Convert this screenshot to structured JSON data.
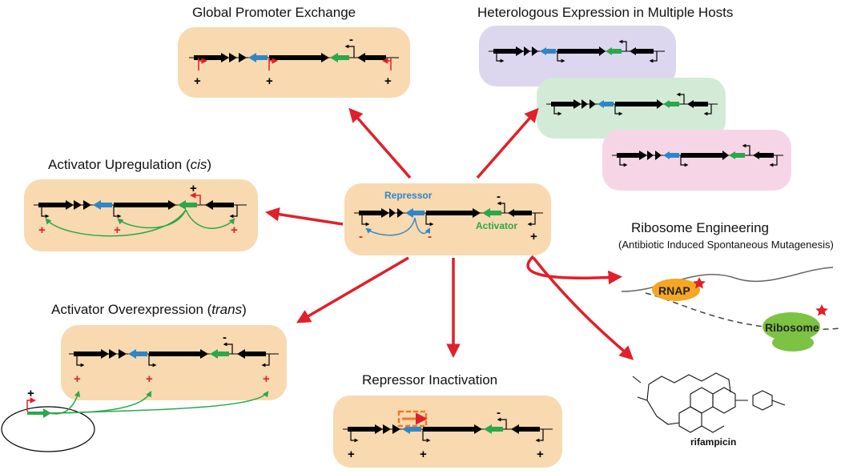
{
  "titles": {
    "global_promoter_exchange": "Global Promoter Exchange",
    "heterologous_expression": "Heterologous Expression in Multiple Hosts",
    "activator_upregulation_main": "Activator Upregulation (",
    "activator_upregulation_italic": "cis",
    "activator_upregulation_close": ")",
    "activator_overexpression_main": "Activator Overexpression (",
    "activator_overexpression_italic": "trans",
    "activator_overexpression_close": ")",
    "repressor_inactivation": "Repressor Inactivation",
    "ribosome_engineering": "Ribosome Engineering",
    "ribosome_engineering_sub": "(Antibiotic Induced Spontaneous Mutagenesis)"
  },
  "labels": {
    "repressor": "Repressor",
    "activator": "Activator",
    "rnap": "RNAP",
    "ribosome": "Ribosome",
    "rifampicin": "rifampicin"
  },
  "signs": {
    "plus": "+",
    "minus": "-"
  },
  "colors": {
    "panel_orange": "#f8d9b0",
    "panel_purple": "#dcd6ee",
    "panel_green": "#d3ead7",
    "panel_pink": "#f6d6e6",
    "repressor_blue": "#2e86c8",
    "activator_green": "#2aa84a",
    "arrow_red": "#e0202a",
    "promoter_red": "#e0202a",
    "rnap_orange": "#f6a623",
    "ribosome_green": "#7cc243",
    "mutation_orange": "#f07a20"
  }
}
